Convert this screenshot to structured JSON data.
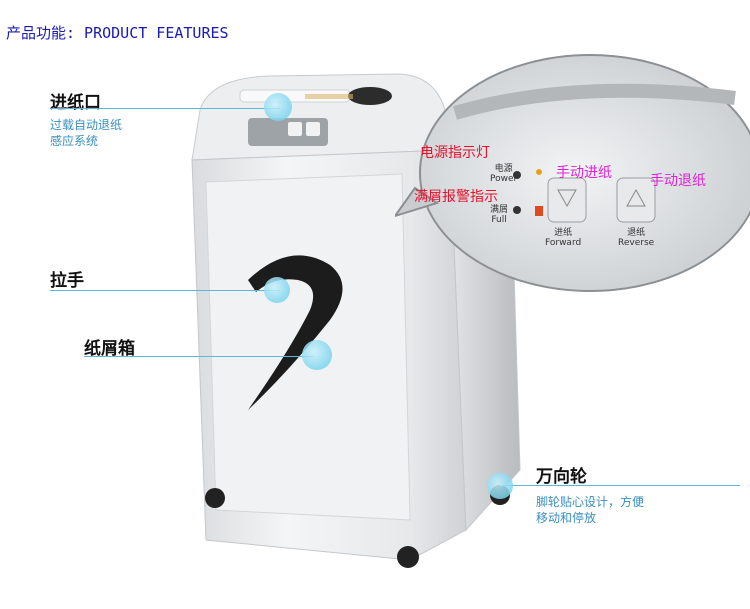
{
  "header": {
    "title": "产品功能: PRODUCT FEATURES"
  },
  "features": {
    "paper_inlet": {
      "title": "进纸口",
      "desc_line1": "过载自动退纸",
      "desc_line2": "感应系统"
    },
    "handle": {
      "title": "拉手"
    },
    "bin": {
      "title": "纸屑箱"
    },
    "casters": {
      "title": "万向轮",
      "desc_line1": "脚轮贴心设计，方便",
      "desc_line2": "移动和停放"
    }
  },
  "panel": {
    "power_indicator": "电源指示灯",
    "full_alarm": "满屑报警指示",
    "manual_forward": "手动进纸",
    "manual_reverse": "手动退纸",
    "power_cn": "电源",
    "power_en": "Power",
    "full_cn": "满屑",
    "full_en": "Full",
    "forward_cn": "进纸",
    "forward_en": "Forward",
    "reverse_cn": "退纸",
    "reverse_en": "Reverse"
  }
}
